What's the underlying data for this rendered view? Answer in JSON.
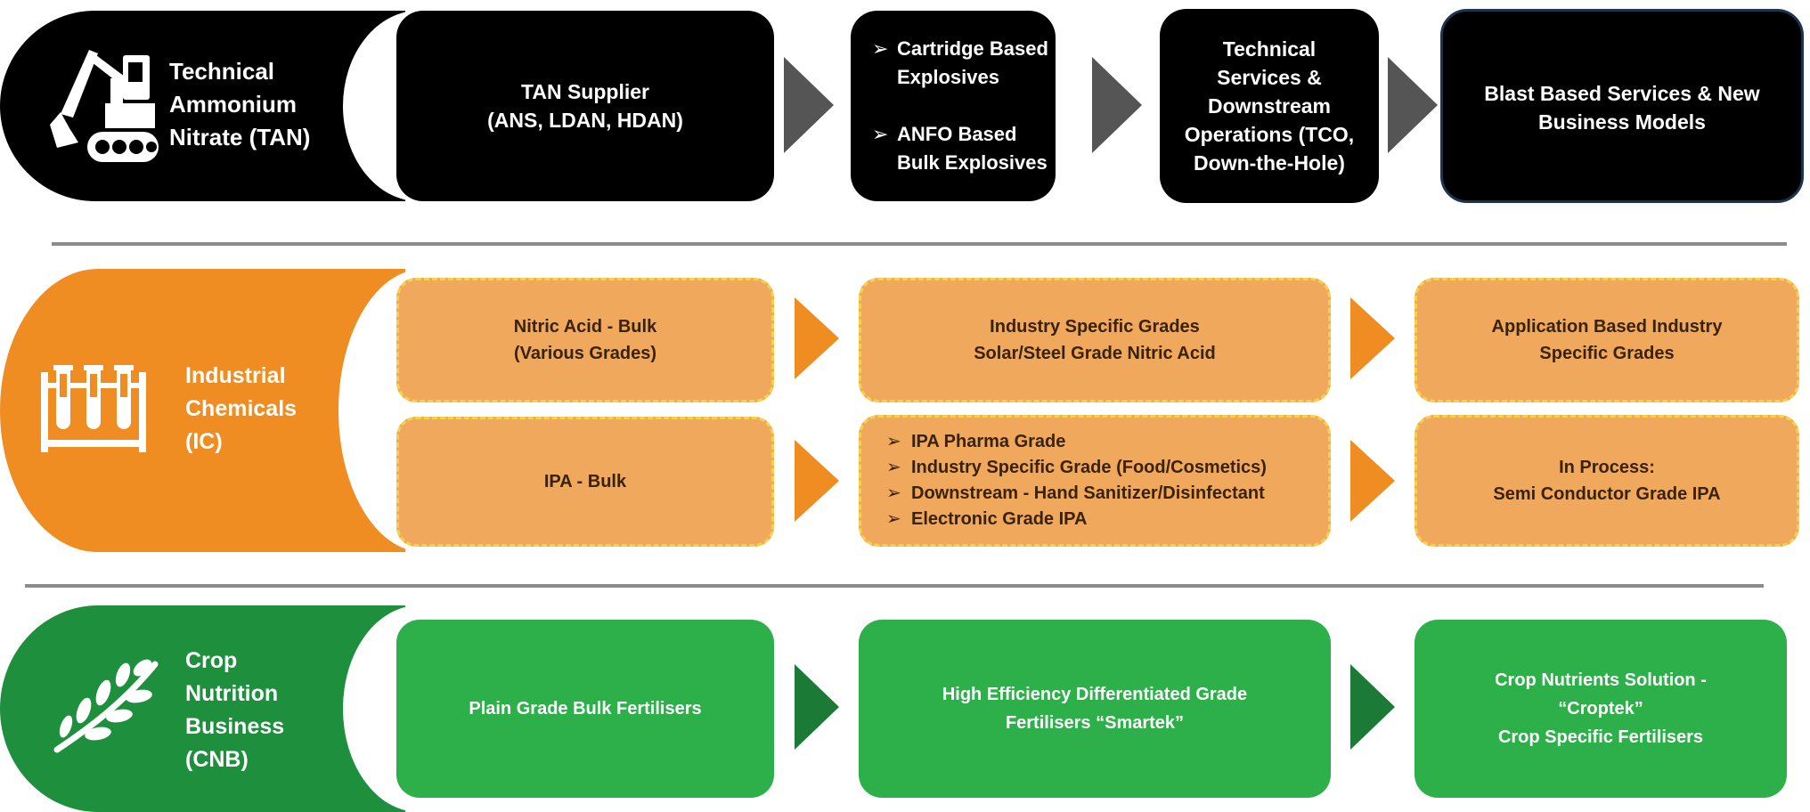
{
  "colors": {
    "tan": "#000000",
    "ic": "#ef8d22",
    "ic_box": "#f0a85c",
    "cnb": "#1e8f3d",
    "cnb_box": "#2db049",
    "arrow_tan": "#555555",
    "arrow_ic": "#ef8d22",
    "arrow_cnb": "#1a7a36"
  },
  "segments": [
    {
      "id": "tan",
      "icon": "excavator-icon",
      "title": [
        "Technical",
        "Ammonium",
        "Nitrate (TAN)"
      ],
      "boxes": [
        {
          "lines": [
            "TAN Supplier",
            "(ANS, LDAN, HDAN)"
          ]
        },
        {
          "bullets": [
            "Cartridge Based Explosives",
            "ANFO Based Bulk Explosives"
          ]
        },
        {
          "lines": [
            "Technical",
            "Services &",
            "Downstream",
            "Operations (TCO,",
            "Down-the-Hole)"
          ]
        },
        {
          "lines": [
            "Blast Based Services & New",
            "Business Models"
          ]
        }
      ]
    },
    {
      "id": "ic",
      "icon": "test-tubes-icon",
      "title": [
        "Industrial",
        "Chemicals",
        "(IC)"
      ],
      "rows": [
        [
          {
            "lines": [
              "Nitric Acid - Bulk",
              "(Various Grades)"
            ]
          },
          {
            "lines": [
              "Industry Specific Grades",
              "Solar/Steel Grade Nitric Acid"
            ]
          },
          {
            "lines": [
              "Application Based Industry",
              "Specific Grades"
            ]
          }
        ],
        [
          {
            "lines": [
              "IPA - Bulk"
            ]
          },
          {
            "bullets": [
              "IPA Pharma Grade",
              "Industry Specific Grade (Food/Cosmetics)",
              "Downstream - Hand Sanitizer/Disinfectant",
              "Electronic Grade IPA"
            ]
          },
          {
            "lines": [
              "In Process:",
              "Semi Conductor Grade IPA"
            ]
          }
        ]
      ]
    },
    {
      "id": "cnb",
      "icon": "leaf-branch-icon",
      "title": [
        "Crop",
        "Nutrition",
        "Business",
        "(CNB)"
      ],
      "boxes": [
        {
          "lines": [
            "Plain Grade Bulk Fertilisers"
          ]
        },
        {
          "lines": [
            "High Efficiency Differentiated Grade",
            "Fertilisers “Smartek”"
          ]
        },
        {
          "lines": [
            "Crop Nutrients Solution -",
            "“Croptek”",
            "Crop Specific Fertilisers"
          ]
        }
      ]
    }
  ]
}
